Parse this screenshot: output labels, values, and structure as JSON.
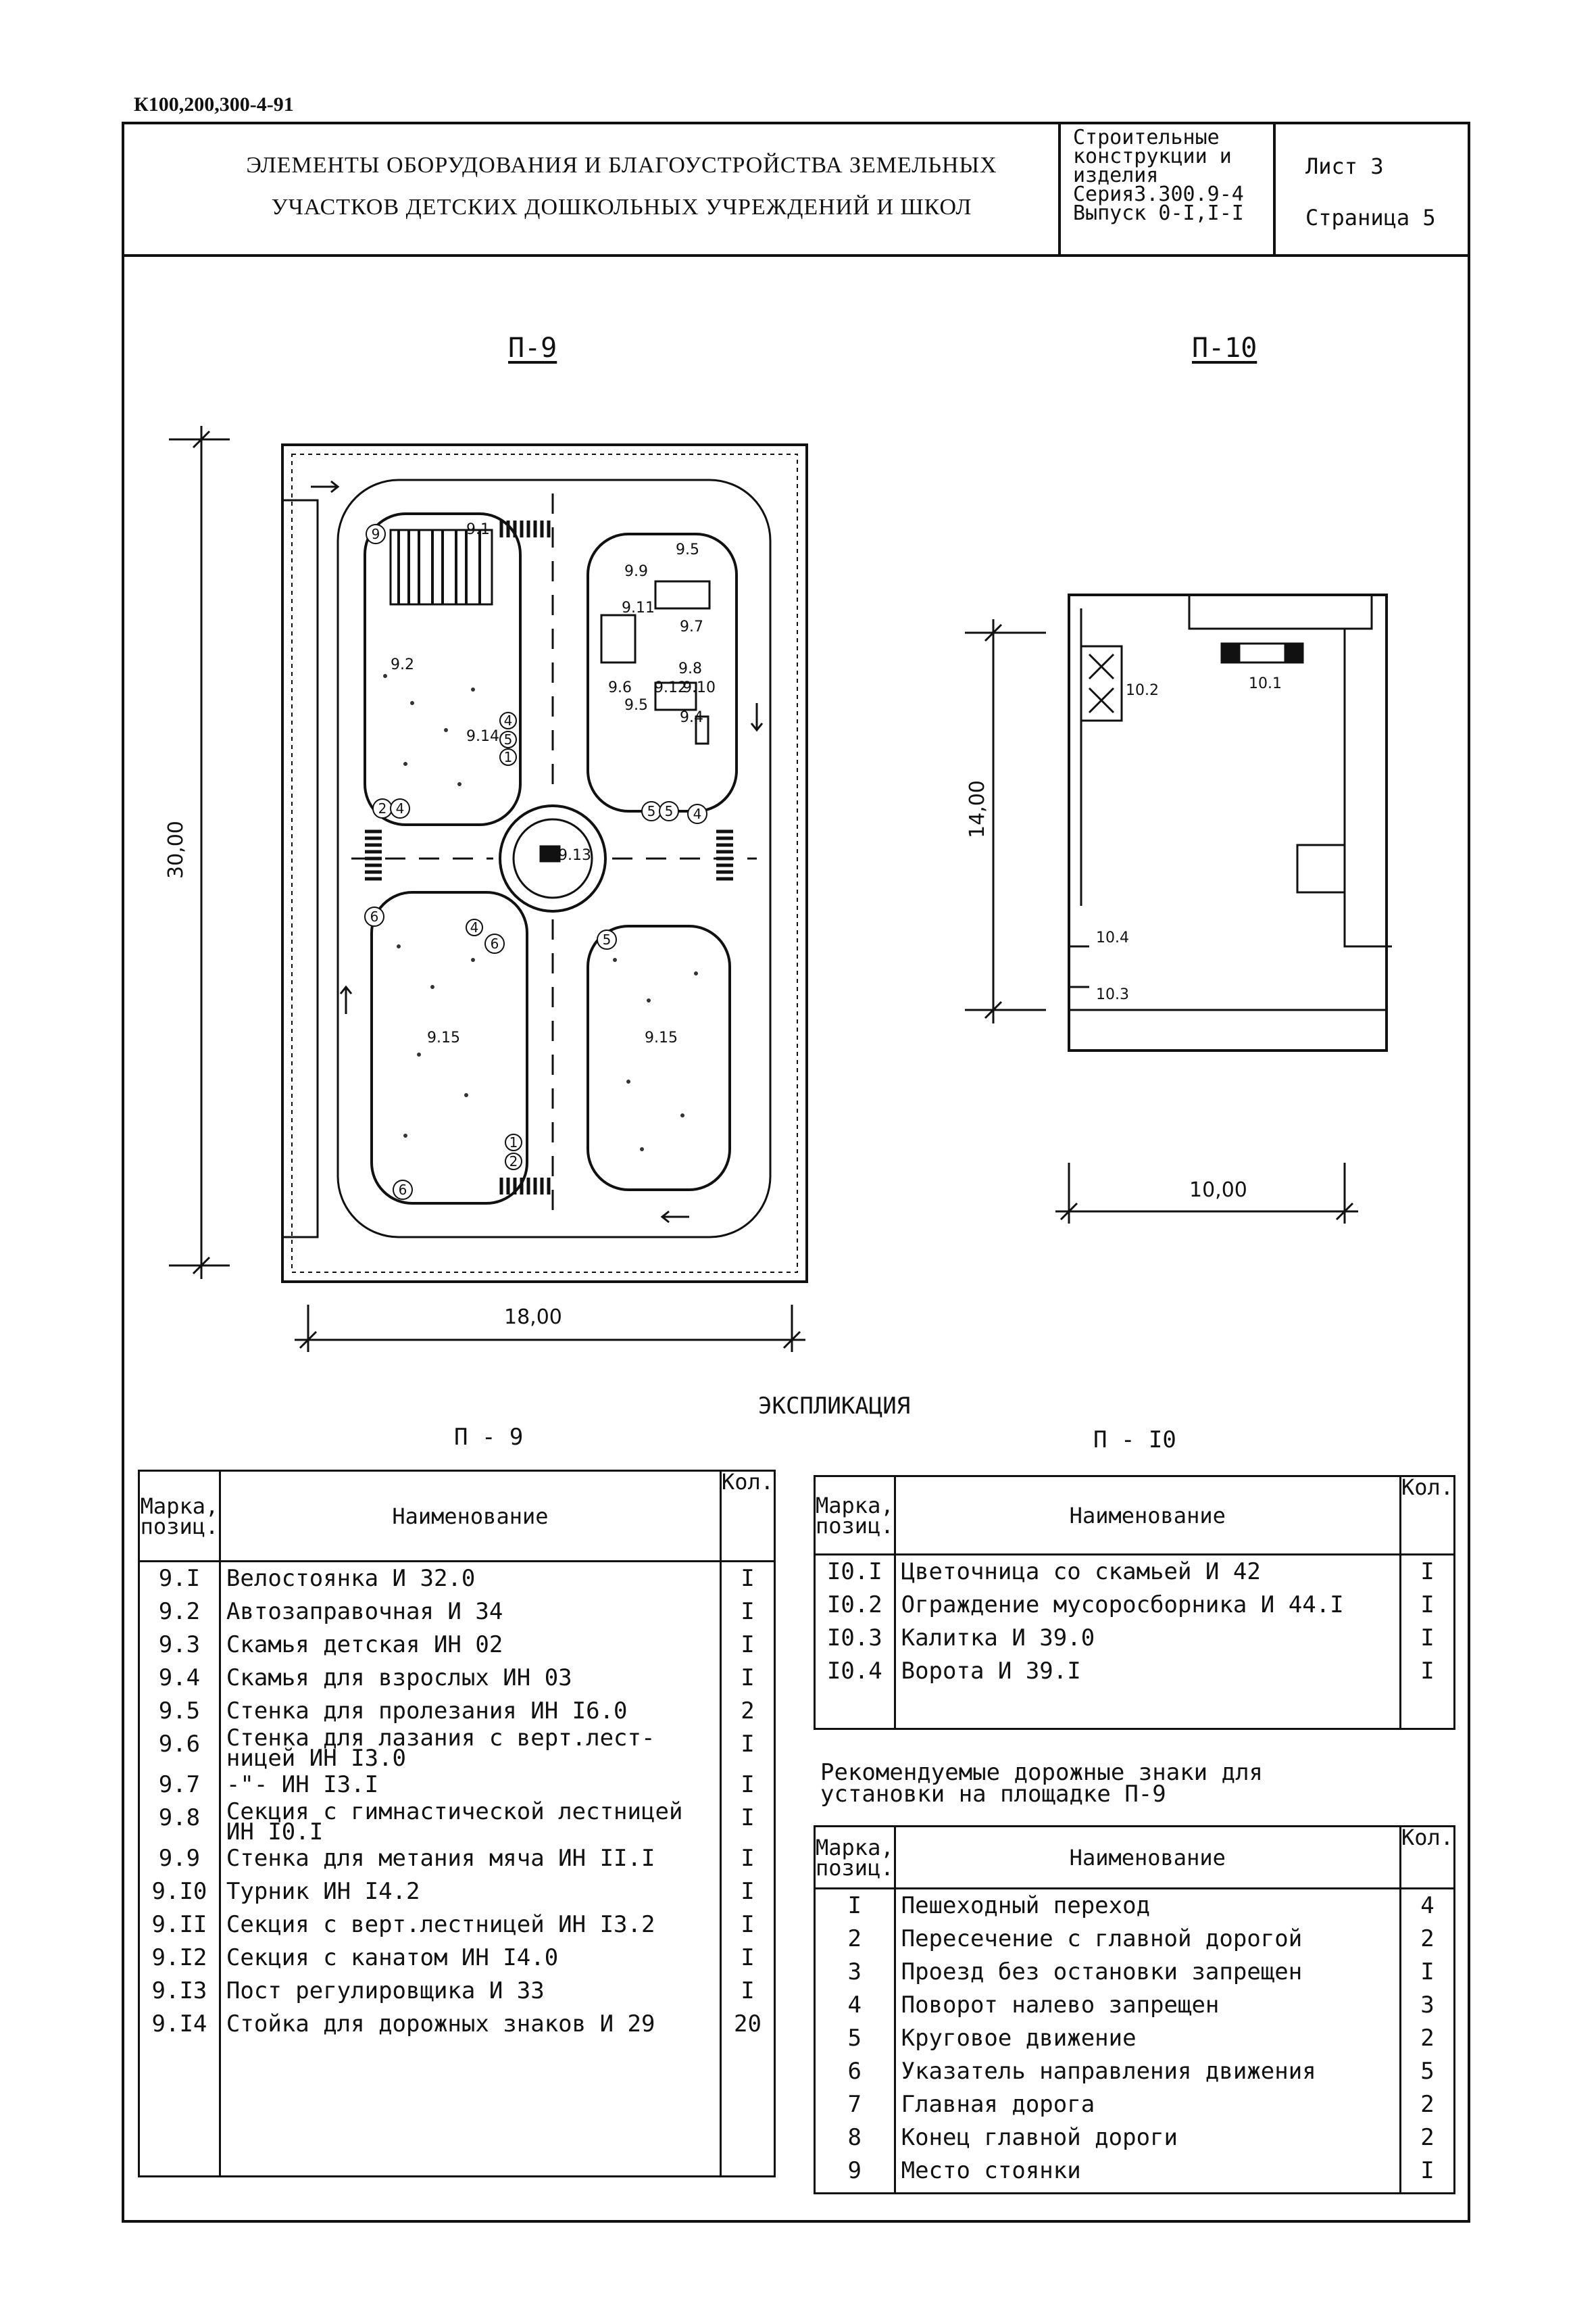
{
  "doc_code": "К100,200,300-4-91",
  "header": {
    "title_lines": [
      "ЭЛЕМЕНТЫ ОБОРУДОВАНИЯ И БЛАГОУСТРОЙСТВА ЗЕМЕЛЬНЫХ",
      "УЧАСТКОВ ДЕТСКИХ ДОШКОЛЬНЫХ УЧРЕЖДЕНИЙ И ШКОЛ"
    ],
    "series_lines": [
      "Строительные",
      "конструкции и",
      "изделия",
      "Серия3.300.9-4",
      "Выпуск 0-I,I-I"
    ],
    "sheet": "Лист  3",
    "page": "Страница 5"
  },
  "plans": {
    "p9": {
      "label": "П-9",
      "dim_width": "18,00",
      "dim_height": "30,00",
      "tags": [
        "9.1",
        "9.2",
        "9.5",
        "9.9",
        "9.11",
        "9.7",
        "9.8",
        "9.6",
        "9.12",
        "9.10",
        "9.4",
        "9.5",
        "9.13",
        "9.14",
        "9.15",
        "9.15"
      ]
    },
    "p10": {
      "label": "П-10",
      "dim_width": "10,00",
      "dim_height": "14,00",
      "tags": [
        "10.1",
        "10.2",
        "10.3",
        "10.4"
      ]
    }
  },
  "explication": {
    "title": "ЭКСПЛИКАЦИЯ",
    "p9_title": "П - 9",
    "p10_title": "П - I0",
    "headers": {
      "mark": [
        "Марка,",
        "позиц."
      ],
      "name": "Наименование",
      "qty": "Кол."
    },
    "p9_rows": [
      {
        "mark": "9.I",
        "name": "Велостоянка  И 32.0",
        "qty": "I"
      },
      {
        "mark": "9.2",
        "name": "Автозаправочная  И 34",
        "qty": "I"
      },
      {
        "mark": "9.3",
        "name": "Скамья детская ИН 02",
        "qty": "I"
      },
      {
        "mark": "9.4",
        "name": "Скамья для взрослых ИН 03",
        "qty": "I"
      },
      {
        "mark": "9.5",
        "name": "Стенка для пролезания ИН I6.0",
        "qty": "2"
      },
      {
        "mark": "9.6",
        "name": "Стенка для лазания с верт.лест-\nницей  ИН I3.0",
        "qty": "I"
      },
      {
        "mark": "9.7",
        "name": "-\"-    ИН I3.I",
        "qty": "I"
      },
      {
        "mark": "9.8",
        "name": "Секция с гимнастической лестницей\nИН I0.I",
        "qty": "I"
      },
      {
        "mark": "9.9",
        "name": "Стенка для метания мяча ИН II.I",
        "qty": "I"
      },
      {
        "mark": "9.I0",
        "name": "Турник  ИН I4.2",
        "qty": "I"
      },
      {
        "mark": "9.II",
        "name": "Секция с верт.лестницей ИН I3.2",
        "qty": "I"
      },
      {
        "mark": "9.I2",
        "name": "Секция с канатом  ИН I4.0",
        "qty": "I"
      },
      {
        "mark": "9.I3",
        "name": "Пост регулировщика  И 33",
        "qty": "I"
      },
      {
        "mark": "9.I4",
        "name": "Стойка для дорожных знаков И 29",
        "qty": "20"
      }
    ],
    "p10_rows": [
      {
        "mark": "I0.I",
        "name": "Цветочница со скамьей И 42",
        "qty": "I"
      },
      {
        "mark": "I0.2",
        "name": "Ограждение мусоросборника И 44.I",
        "qty": "I"
      },
      {
        "mark": "I0.3",
        "name": "Калитка  И 39.0",
        "qty": "I"
      },
      {
        "mark": "I0.4",
        "name": "Ворота    И 39.I",
        "qty": "I"
      }
    ],
    "signs_title_lines": [
      "Рекомендуемые дорожные знаки для",
      "установки на  площадке  П-9"
    ],
    "sign_rows": [
      {
        "mark": "I",
        "name": "Пешеходный переход",
        "qty": "4"
      },
      {
        "mark": "2",
        "name": "Пересечение с главной дорогой",
        "qty": "2"
      },
      {
        "mark": "3",
        "name": "Проезд без остановки запрещен",
        "qty": "I"
      },
      {
        "mark": "4",
        "name": "Поворот налево запрещен",
        "qty": "3"
      },
      {
        "mark": "5",
        "name": "Круговое движение",
        "qty": "2"
      },
      {
        "mark": "6",
        "name": "Указатель направления движения",
        "qty": "5"
      },
      {
        "mark": "7",
        "name": "Главная дорога",
        "qty": "2"
      },
      {
        "mark": "8",
        "name": "Конец главной дороги",
        "qty": "2"
      },
      {
        "mark": "9",
        "name": "Место стоянки",
        "qty": "I"
      }
    ]
  }
}
